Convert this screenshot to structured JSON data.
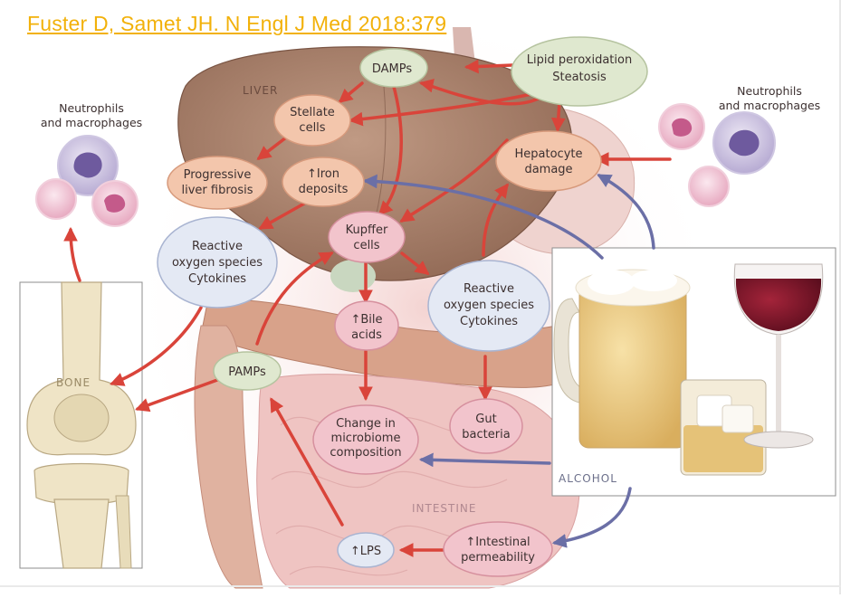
{
  "citation": "Fuster D, Samet JH. N Engl J Med 2018:379",
  "organs": {
    "liver": "LIVER",
    "bone": "BONE",
    "intestine": "INTESTINE",
    "alcohol": "ALCOHOL"
  },
  "cells": {
    "left": [
      "Neutrophils",
      "and macrophages"
    ],
    "right": [
      "Neutrophils",
      "and macrophages"
    ]
  },
  "nodes": {
    "damps": [
      "DAMPs"
    ],
    "lipid": [
      "Lipid peroxidation",
      "Steatosis"
    ],
    "stellate": [
      "Stellate",
      "cells"
    ],
    "hepatocyte": [
      "Hepatocyte",
      "damage"
    ],
    "fibrosis": [
      "Progressive",
      "liver fibrosis"
    ],
    "iron": [
      "↑Iron",
      "deposits"
    ],
    "kupffer": [
      "Kupffer",
      "cells"
    ],
    "ros_left": [
      "Reactive",
      "oxygen species",
      "Cytokines"
    ],
    "ros_mid": [
      "Reactive",
      "oxygen species",
      "Cytokines"
    ],
    "bile": [
      "↑Bile",
      "acids"
    ],
    "pamps": [
      "PAMPs"
    ],
    "microbiome": [
      "Change in",
      "microbiome",
      "composition"
    ],
    "gut": [
      "Gut",
      "bacteria"
    ],
    "lps": [
      "↑LPS"
    ],
    "permeability": [
      "↑Intestinal",
      "permeability"
    ]
  },
  "colors": {
    "citation": "#f2b10a",
    "arrow_red": "#d9443a",
    "arrow_blue": "#6b6fa6",
    "liver": "#a9806c",
    "node_green": "#dfe8cf",
    "node_salmon": "#f3c6ac",
    "node_pink": "#f2c4cc",
    "node_blue": "#e4e9f4"
  }
}
